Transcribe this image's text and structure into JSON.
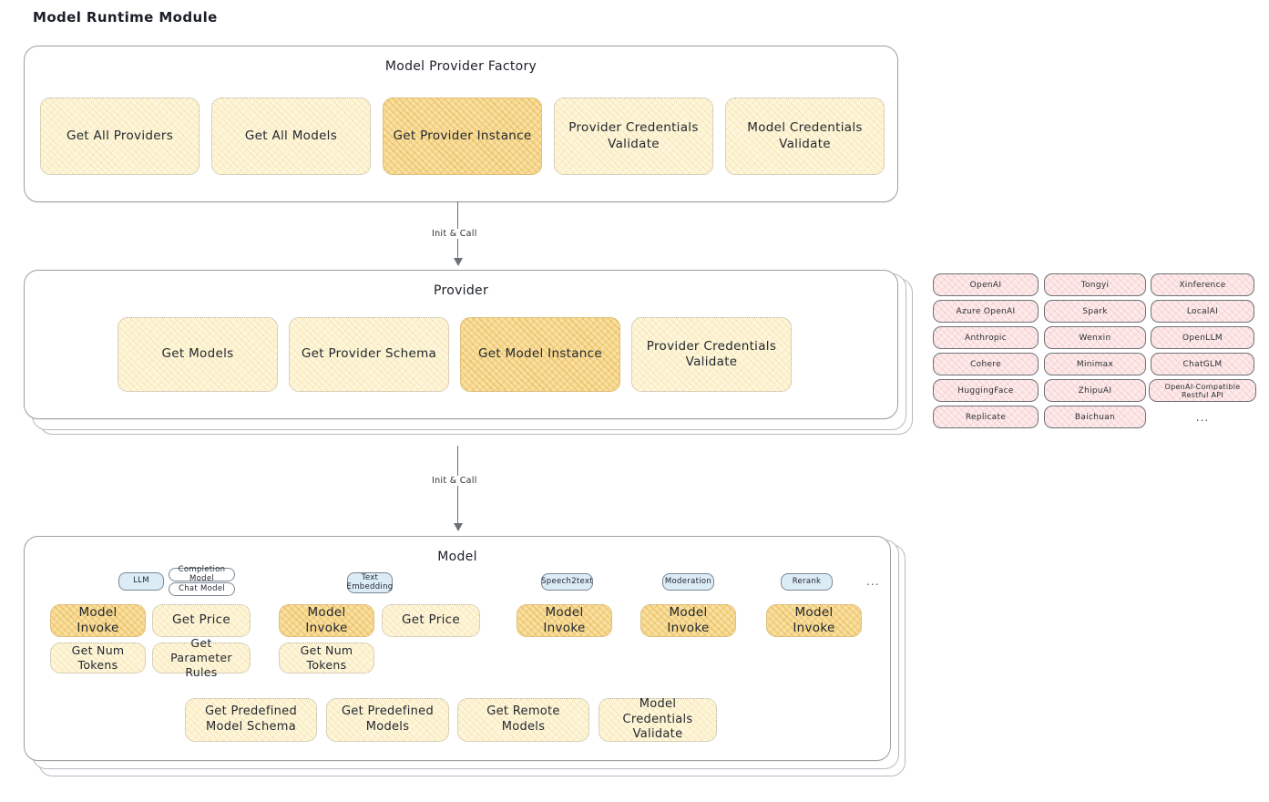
{
  "page": {
    "title": "Model Runtime Module"
  },
  "factory": {
    "title": "Model Provider Factory",
    "nodes": [
      {
        "label": "Get All Providers",
        "highlight": false
      },
      {
        "label": "Get All Models",
        "highlight": false
      },
      {
        "label": "Get Provider Instance",
        "highlight": true
      },
      {
        "label": "Provider Credentials Validate",
        "highlight": false
      },
      {
        "label": "Model Credentials Validate",
        "highlight": false
      }
    ]
  },
  "arrow1": {
    "label": "Init & Call"
  },
  "provider": {
    "title": "Provider",
    "nodes": [
      {
        "label": "Get Models",
        "highlight": false
      },
      {
        "label": "Get Provider Schema",
        "highlight": false
      },
      {
        "label": "Get Model Instance",
        "highlight": true
      },
      {
        "label": "Provider Credentials Validate",
        "highlight": false
      }
    ]
  },
  "arrow2": {
    "label": "Init & Call"
  },
  "provider_list": {
    "columns": [
      {
        "items": [
          "OpenAI",
          "Azure OpenAI",
          "Anthropic",
          "Cohere",
          "HuggingFace",
          "Replicate"
        ]
      },
      {
        "items": [
          "Tongyi",
          "Spark",
          "Wenxin",
          "Minimax",
          "ZhipuAI",
          "Baichuan"
        ]
      },
      {
        "items": [
          "Xinference",
          "LocalAI",
          "OpenLLM",
          "ChatGLM",
          "OpenAI-Compatible Restful API"
        ]
      }
    ],
    "ellipsis": "..."
  },
  "model": {
    "title": "Model",
    "ellipsis": "...",
    "groups": [
      {
        "badge": "LLM",
        "sub_badges": [
          "Completion Model",
          "Chat Model"
        ],
        "nodes": [
          {
            "label": "Model Invoke",
            "highlight": true
          },
          {
            "label": "Get Price",
            "highlight": false
          },
          {
            "label": "Get Num Tokens",
            "highlight": false
          },
          {
            "label": "Get Parameter Rules",
            "highlight": false
          }
        ]
      },
      {
        "badge": "Text Embedding",
        "sub_badges": [],
        "nodes": [
          {
            "label": "Model Invoke",
            "highlight": true
          },
          {
            "label": "Get Price",
            "highlight": false
          },
          {
            "label": "Get Num Tokens",
            "highlight": false
          }
        ]
      },
      {
        "badge": "Speech2text",
        "sub_badges": [],
        "nodes": [
          {
            "label": "Model Invoke",
            "highlight": true
          }
        ]
      },
      {
        "badge": "Moderation",
        "sub_badges": [],
        "nodes": [
          {
            "label": "Model Invoke",
            "highlight": true
          }
        ]
      },
      {
        "badge": "Rerank",
        "sub_badges": [],
        "nodes": [
          {
            "label": "Model Invoke",
            "highlight": true
          }
        ]
      }
    ],
    "common_nodes": [
      {
        "label": "Get Predefined Model Schema"
      },
      {
        "label": "Get Predefined Models"
      },
      {
        "label": "Get Remote Models"
      },
      {
        "label": "Model Credentials Validate"
      }
    ]
  },
  "colors": {
    "node_fill": "#FDF6DD",
    "node_highlight_fill": "#F8DFA2",
    "chip_fill": "#FDEAEA",
    "badge_fill": "#DCECF7",
    "stroke": "#9AA0A6"
  }
}
